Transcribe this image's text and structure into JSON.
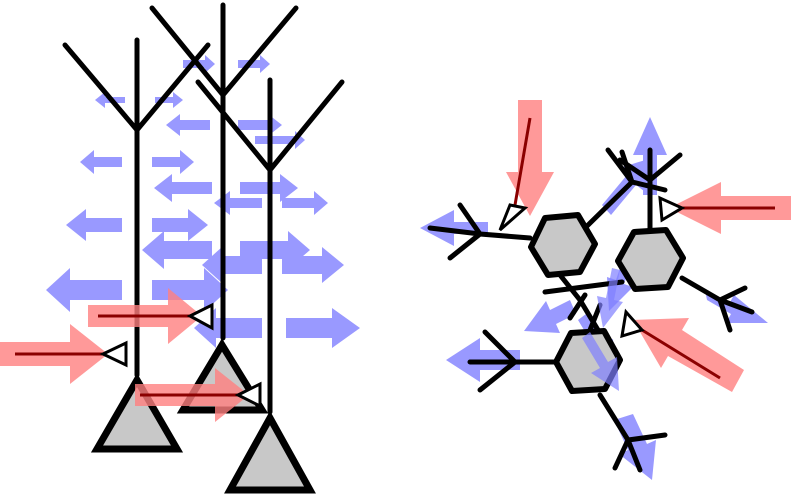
{
  "colors": {
    "background": "#ffffff",
    "dendrite_stroke": "#000000",
    "soma_fill": "#c8c8c8",
    "field_arrow": "#8080ff",
    "input_arrow": "#ff8080",
    "input_line": "#8b0000",
    "synapse_fill": "#ffffff"
  },
  "panels": [
    {
      "id": "aligned-neurons",
      "soma_shape": "triangle",
      "soma_count": 3,
      "field_arrow_direction": "bidirectional-horizontal",
      "dipole": "open-field"
    },
    {
      "id": "radial-neurons",
      "soma_shape": "hexagon",
      "soma_count": 3,
      "field_arrow_direction": "radial-mixed",
      "dipole": "closed-field"
    }
  ]
}
